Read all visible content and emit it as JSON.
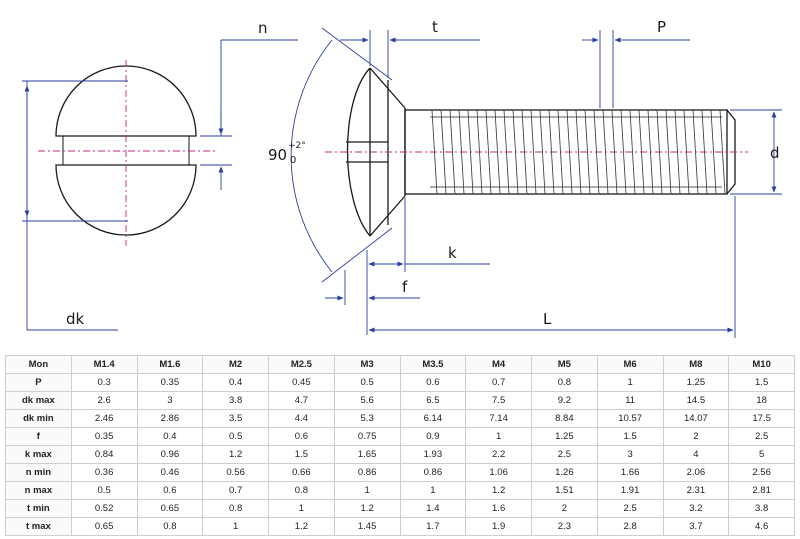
{
  "drawing": {
    "labels": {
      "n": "n",
      "t": "t",
      "P": "P",
      "d": "d",
      "k": "k",
      "f": "f",
      "L": "L",
      "dk": "dk",
      "angle": "90",
      "angle_sup": "+2°",
      "angle_sub": "0"
    },
    "colors": {
      "outline": "#1a1a1a",
      "dimension": "#2a3fa0",
      "centerline": "#c0287a"
    }
  },
  "table": {
    "headers": [
      "Mon",
      "M1.4",
      "M1.6",
      "M2",
      "M2.5",
      "M3",
      "M3.5",
      "M4",
      "M5",
      "M6",
      "M8",
      "M10"
    ],
    "rows": [
      {
        "label": "P",
        "values": [
          "0.3",
          "0.35",
          "0.4",
          "0.45",
          "0.5",
          "0.6",
          "0.7",
          "0.8",
          "1",
          "1.25",
          "1.5"
        ]
      },
      {
        "label": "dk max",
        "values": [
          "2.6",
          "3",
          "3.8",
          "4.7",
          "5.6",
          "6.5",
          "7.5",
          "9.2",
          "11",
          "14.5",
          "18"
        ]
      },
      {
        "label": "dk min",
        "values": [
          "2.46",
          "2.86",
          "3.5",
          "4.4",
          "5.3",
          "6.14",
          "7.14",
          "8.84",
          "10.57",
          "14.07",
          "17.5"
        ]
      },
      {
        "label": "f",
        "values": [
          "0.35",
          "0.4",
          "0.5",
          "0.6",
          "0.75",
          "0.9",
          "1",
          "1.25",
          "1.5",
          "2",
          "2.5"
        ]
      },
      {
        "label": "k max",
        "values": [
          "0.84",
          "0.96",
          "1.2",
          "1.5",
          "1.65",
          "1.93",
          "2.2",
          "2.5",
          "3",
          "4",
          "5"
        ]
      },
      {
        "label": "n min",
        "values": [
          "0.36",
          "0.46",
          "0.56",
          "0.66",
          "0.86",
          "0.86",
          "1.06",
          "1.26",
          "1.66",
          "2.06",
          "2.56"
        ]
      },
      {
        "label": "n max",
        "values": [
          "0.5",
          "0.6",
          "0.7",
          "0.8",
          "1",
          "1",
          "1.2",
          "1.51",
          "1.91",
          "2.31",
          "2.81"
        ]
      },
      {
        "label": "t min",
        "values": [
          "0.52",
          "0.65",
          "0.8",
          "1",
          "1.2",
          "1.4",
          "1.6",
          "2",
          "2.5",
          "3.2",
          "3.8"
        ]
      },
      {
        "label": "t max",
        "values": [
          "0.65",
          "0.8",
          "1",
          "1.2",
          "1.45",
          "1.7",
          "1.9",
          "2.3",
          "2.8",
          "3.7",
          "4.6"
        ]
      }
    ]
  }
}
